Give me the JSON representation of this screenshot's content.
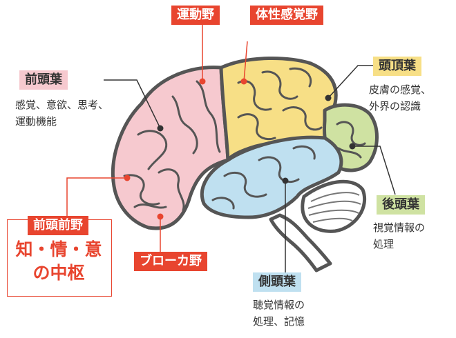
{
  "labels": {
    "motor": "運動野",
    "somatosensory": "体性感覚野",
    "frontal": "前頭葉",
    "parietal": "頭頂葉",
    "occipital": "後頭葉",
    "temporal": "側頭葉",
    "prefrontal": "前頭前野",
    "broca": "ブローカ野"
  },
  "descriptions": {
    "frontal": "感覚、意欲、思考、\n運動機能",
    "parietal": "皮膚の感覚、\n外界の認識",
    "occipital": "視覚情報の\n処理",
    "temporal": "聴覚情報の\n処理、記憶",
    "prefrontal_line1": "知・情・意",
    "prefrontal_line2": "の中枢"
  },
  "colors": {
    "accent_red": "#e8452f",
    "frontal_pink": "#f6c9cf",
    "parietal_yellow": "#f7df86",
    "occipital_green": "#cfe2a2",
    "temporal_blue": "#bfe0f0",
    "outline": "#555555"
  }
}
